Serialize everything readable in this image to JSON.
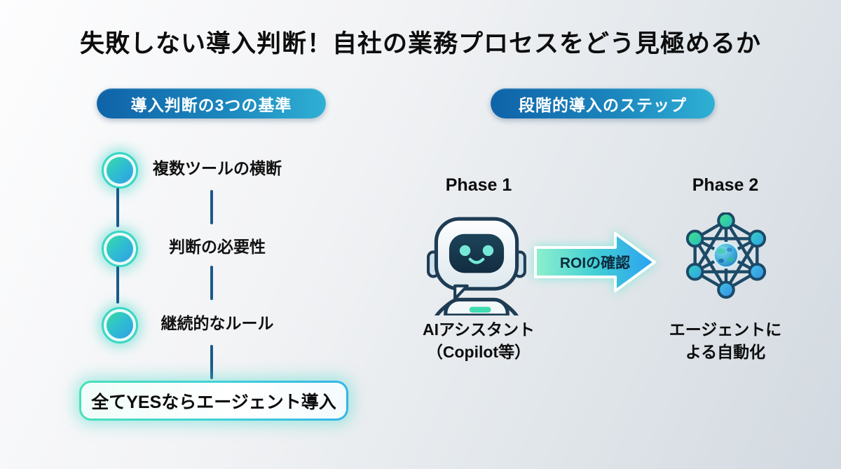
{
  "title": "失敗しない導入判断！自社の業務プロセスをどう見極めるか",
  "left_section": {
    "badge_label": "導入判断の3つの基準",
    "criteria": [
      "複数ツールの横断",
      "判断の必要性",
      "継続的なルール"
    ],
    "conclusion_label": "全てYESならエージェント導入"
  },
  "right_section": {
    "badge_label": "段階的導入のステップ",
    "arrow_label": "ROIの確認",
    "phases": [
      {
        "label": "Phase 1",
        "icon": "robot-assistant-icon",
        "caption": [
          "AIアシスタント",
          "（Copilot等）"
        ]
      },
      {
        "label": "Phase 2",
        "icon": "agent-network-icon",
        "caption": [
          "エージェントに",
          "よる自動化"
        ]
      }
    ]
  },
  "colors": {
    "badge_gradient_start": "#0f63a8",
    "badge_gradient_end": "#2fb0d4",
    "criterion_node_teal": "#3adc9f",
    "criterion_node_blue": "#2f9fe8",
    "criterion_ring": "#38d6c4",
    "connector_line": "#1a5a8c",
    "arrow_gradient_start": "#84ecc8",
    "arrow_gradient_end": "#2aa1f2",
    "conclusion_border_start": "#49e0b8",
    "conclusion_border_end": "#35b4e8",
    "icon_outline_navy": "#1e3c54",
    "text_dark": "#111111",
    "background_start": "#fdfdfe",
    "background_end": "#d2d9e0"
  }
}
